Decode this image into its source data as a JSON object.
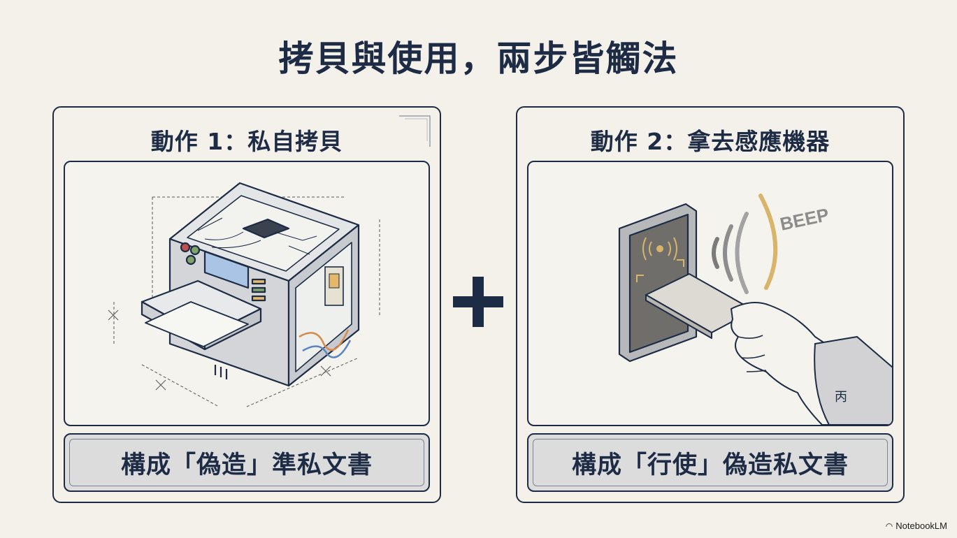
{
  "title": "拷貝與使用，兩步皆觸法",
  "actions": [
    {
      "title": "動作 1：私自拷貝",
      "icon": "card-copier-machine-icon",
      "result": "構成「偽造」準私文書"
    },
    {
      "title": "動作 2：拿去感應機器",
      "icon": "card-reader-tap-icon",
      "sound_text": "BEEP",
      "sleeve_char": "丙",
      "result": "構成「行使」偽造私文書"
    }
  ],
  "operator": "+",
  "brand": "NotebookLM",
  "colors": {
    "navy": "#1d2b45",
    "background": "#f3f1ea",
    "result_box": "#dcdcdd",
    "beep_gold": "#d9b46a"
  }
}
